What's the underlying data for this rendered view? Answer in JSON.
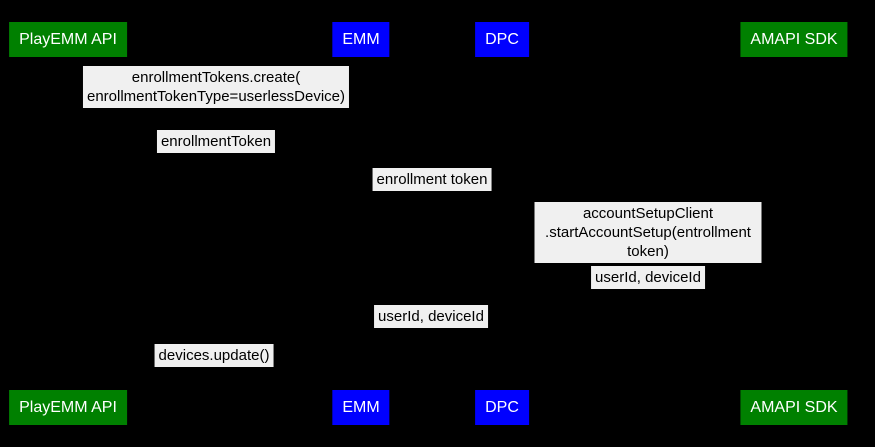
{
  "diagram": {
    "type": "sequence-diagram",
    "background": "#000000",
    "colors": {
      "actor_green": "#008000",
      "actor_blue": "#0000ff",
      "actor_text": "#ffffff",
      "label_bg": "#f0f0f0",
      "label_text": "#000000",
      "lifeline": "#000000"
    },
    "actors": [
      {
        "label": "PlayEMM API",
        "color_key": "actor_green"
      },
      {
        "label": "EMM",
        "color_key": "actor_blue"
      },
      {
        "label": "DPC",
        "color_key": "actor_blue"
      },
      {
        "label": "AMAPI SDK",
        "color_key": "actor_green"
      }
    ],
    "messages": [
      {
        "text": "enrollmentTokens.create(\nenrollmentTokenType=userlessDevice)"
      },
      {
        "text": "enrollmentToken"
      },
      {
        "text": "enrollment token"
      },
      {
        "text": "accountSetupClient\n.startAccountSetup(entrollment token)"
      },
      {
        "text": "userId, deviceId"
      },
      {
        "text": "userId, deviceId"
      },
      {
        "text": "devices.update()"
      }
    ]
  }
}
